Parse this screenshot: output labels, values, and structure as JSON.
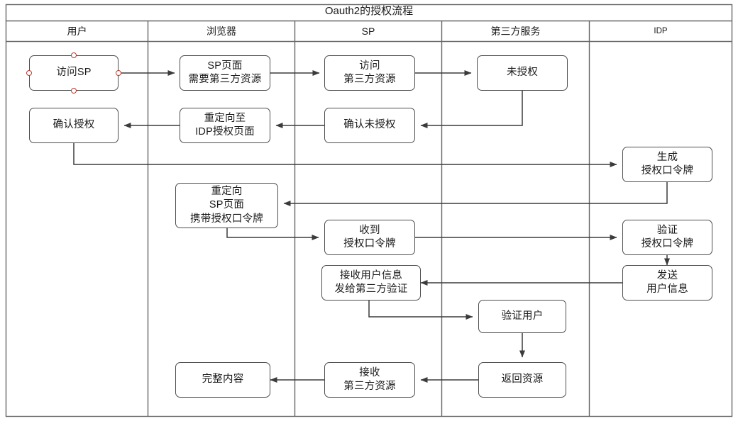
{
  "diagram": {
    "title": "Oauth2的授权流程",
    "lanes": [
      {
        "label": "用户"
      },
      {
        "label": "浏览器"
      },
      {
        "label": "SP"
      },
      {
        "label": "第三方服务"
      },
      {
        "label": "IDP"
      }
    ],
    "nodes": [
      {
        "id": "n1",
        "label": "访问SP"
      },
      {
        "id": "n2",
        "label": "SP页面\n需要第三方资源"
      },
      {
        "id": "n3",
        "label": "访问\n第三方资源"
      },
      {
        "id": "n4",
        "label": "未授权"
      },
      {
        "id": "n5",
        "label": "确认授权"
      },
      {
        "id": "n6",
        "label": "重定向至\nIDP授权页面"
      },
      {
        "id": "n7",
        "label": "确认未授权"
      },
      {
        "id": "n8",
        "label": "生成\n授权口令牌"
      },
      {
        "id": "n9",
        "label": "重定向\nSP页面\n携带授权口令牌"
      },
      {
        "id": "n10",
        "label": "收到\n授权口令牌"
      },
      {
        "id": "n11",
        "label": "验证\n授权口令牌"
      },
      {
        "id": "n12",
        "label": "接收用户信息\n发给第三方验证"
      },
      {
        "id": "n13",
        "label": "发送\n用户信息"
      },
      {
        "id": "n14",
        "label": "验证用户"
      },
      {
        "id": "n15",
        "label": "完整内容"
      },
      {
        "id": "n16",
        "label": "接收\n第三方资源"
      },
      {
        "id": "n17",
        "label": "返回资源"
      }
    ],
    "selected_node_id": "n1",
    "colors": {
      "node_border": "#4d4d4d",
      "connector": "#3b3b3b",
      "lane_border": "#666666",
      "handle": "#c0392b",
      "background": "#ffffff",
      "text": "#1a1a1a"
    }
  }
}
